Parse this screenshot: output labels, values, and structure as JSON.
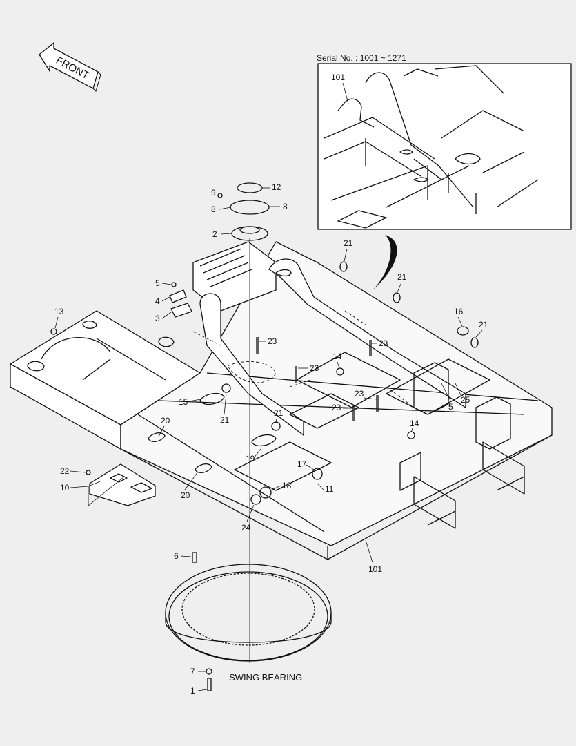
{
  "direction_arrow": {
    "label": "FRONT"
  },
  "inset": {
    "serial": "Serial No. : 1001 ~ 1271",
    "part_label": "101"
  },
  "swing_bearing": {
    "label": "SWING BEARING"
  },
  "part_callouts": [
    "1",
    "2",
    "3",
    "4",
    "5",
    "5",
    "6",
    "7",
    "8",
    "8",
    "9",
    "10",
    "11",
    "12",
    "13",
    "14",
    "14",
    "15",
    "16",
    "17",
    "18",
    "19",
    "20",
    "20",
    "21",
    "21",
    "21",
    "21",
    "21",
    "22",
    "23",
    "23",
    "23",
    "23",
    "23",
    "24",
    "25",
    "101"
  ]
}
